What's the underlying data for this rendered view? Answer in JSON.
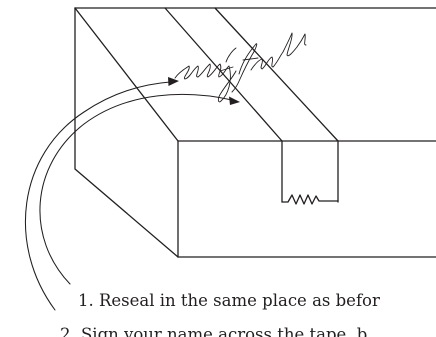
{
  "steps": [
    {
      "text": "1. Reseal in the same place as befor"
    },
    {
      "text": "2. Sign your name across the tape, b"
    }
  ],
  "signature": {
    "kind": "handwritten-signature-drawing"
  },
  "colors": {
    "ink": "#231f20",
    "background": "#ffffff"
  }
}
